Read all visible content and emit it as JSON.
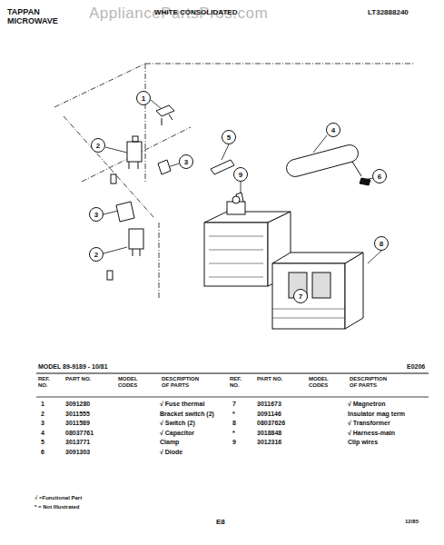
{
  "diagram": {
    "nodes": [
      {
        "text": [
          "1"
        ]
      },
      {
        "text": [
          "2"
        ]
      },
      {
        "text": [
          "5"
        ]
      },
      {
        "text": [
          "4"
        ]
      },
      {
        "text": [
          "3"
        ]
      },
      {
        "text": [
          "6"
        ]
      },
      {
        "text": [
          "9"
        ]
      },
      {
        "text": [
          "3"
        ]
      },
      {
        "text": [
          "8"
        ]
      },
      {
        "text": [
          "2"
        ]
      },
      {
        "text": [
          "7"
        ]
      }
    ],
    "labels": [
      "TAPPAN",
      "MICROWAVE",
      "AppliancePartsPros.com",
      "WHITE CONSOLIDATED",
      "LT32888240",
      "MODEL 89-9189 - 10/81",
      "E0206",
      "REF. NO.",
      "PART NO.",
      "MODEL CODES",
      "DESCRIPTION OF PARTS",
      "REF. NO.",
      "PART NO.",
      "MODEL CODES",
      "DESCRIPTION OF PARTS",
      "1",
      "3091280",
      "√ Fuse thermal",
      "2",
      "3011555",
      "Bracket switch (2)",
      "3",
      "3011589",
      "√ Switch (2)",
      "4",
      "08037761",
      "√ Capacitor",
      "5",
      "3013771",
      "Clamp",
      "6",
      "3091303",
      "√ Diode",
      "7",
      "3011673",
      "√ Magnetron",
      "*",
      "3091146",
      "Insulator mag term",
      "8",
      "08037626",
      "√ Transformer",
      "*",
      "3018848",
      "√ Harness-main",
      "9",
      "3012316",
      "Clip wires",
      "√ =Functional Part",
      "* = Not Illustrated",
      "E8",
      "12/85"
    ]
  }
}
